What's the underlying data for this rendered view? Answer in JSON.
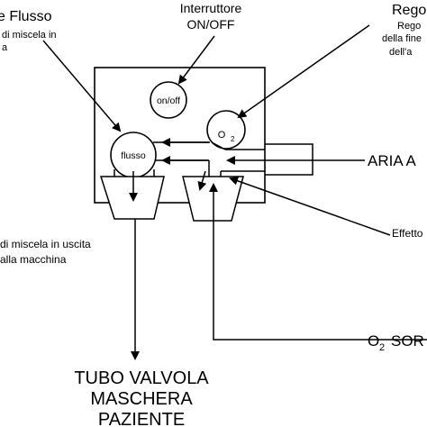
{
  "labels": {
    "flow_title": "e Flusso",
    "flow_sub_1": "di miscela in",
    "flow_sub_2": "a",
    "switch_title_1": "Interruttore",
    "switch_title_2": "ON/OFF",
    "reg_title": "Rego",
    "reg_sub_1": "Rego",
    "reg_sub_2": "della fine",
    "reg_sub_3": "dell'a",
    "onoff_button": "on/off",
    "o2_knob": "O",
    "o2_knob_sub": "2",
    "flusso_knob": "flusso",
    "air_label": "ARIA A",
    "effect_label": "Effetto",
    "output_1": "di miscela in uscita",
    "output_2": "alla macchina",
    "o2_source": "O",
    "o2_source_sub": "2",
    "o2_source_rest": "SOR",
    "tube_1": "TUBO VALVOLA",
    "tube_2": "MASCHERA",
    "tube_3": "PAZIENTE"
  }
}
